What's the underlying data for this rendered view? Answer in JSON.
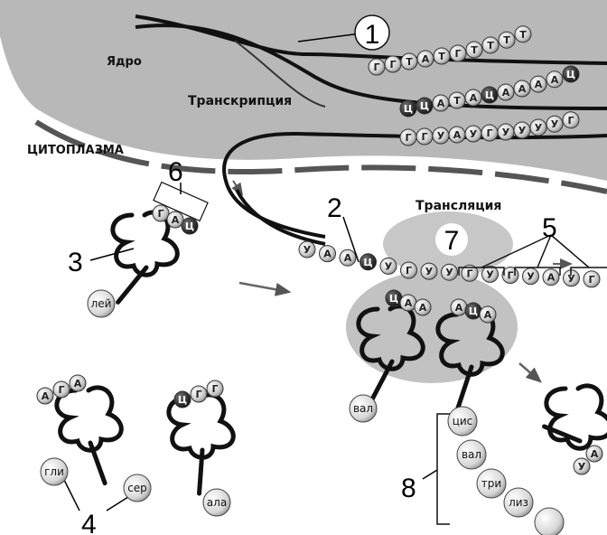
{
  "labels": {
    "nucleus": "Ядро",
    "transcription": "Транскрипция",
    "cytoplasm": "ЦИТОПЛАЗМА",
    "translation": "Трансляция"
  },
  "numbers": {
    "n1": "1",
    "n2": "2",
    "n3": "3",
    "n4": "4",
    "n5": "5",
    "n6": "6",
    "n7": "7",
    "n8": "8"
  },
  "dna_strand_top": [
    "Г",
    "Г",
    "Т",
    "А",
    "Т",
    "Г",
    "Т",
    "Т",
    "Т",
    "Т"
  ],
  "dna_strand_bottom": [
    "Ц",
    "Ц",
    "А",
    "Т",
    "А",
    "Ц",
    "А",
    "А",
    "А",
    "А",
    "Ц"
  ],
  "nuclear_mrna": [
    "Г",
    "Г",
    "У",
    "А",
    "У",
    "Г",
    "У",
    "У",
    "У",
    "У",
    "Г"
  ],
  "mrna_translation": [
    "У",
    "А",
    "А",
    "Ц",
    "У",
    "Г",
    "У",
    "У",
    "Г",
    "У",
    "Г",
    "У",
    "А",
    "У",
    "Г"
  ],
  "trna": {
    "leu": {
      "anticodon": [
        "Г",
        "А",
        "Ц"
      ],
      "amino_acid": "лей"
    },
    "gly": {
      "anticodon": [
        "А",
        "Г",
        "А"
      ],
      "amino_acid": "гли"
    },
    "ser": {
      "amino_acid": "сер"
    },
    "ala": {
      "anticodon": [
        "Ц",
        "Г",
        "Г"
      ],
      "amino_acid": "ала"
    },
    "val": {
      "anticodon": [
        "Ц",
        "А",
        "А"
      ],
      "amino_acid": "вал"
    },
    "cys": {
      "anticodon": [
        "А",
        "Ц",
        "А"
      ]
    },
    "leaving": {
      "anticodon": [
        "У",
        "А"
      ]
    }
  },
  "peptide_chain": [
    "цис",
    "вал",
    "три",
    "лиз"
  ]
}
